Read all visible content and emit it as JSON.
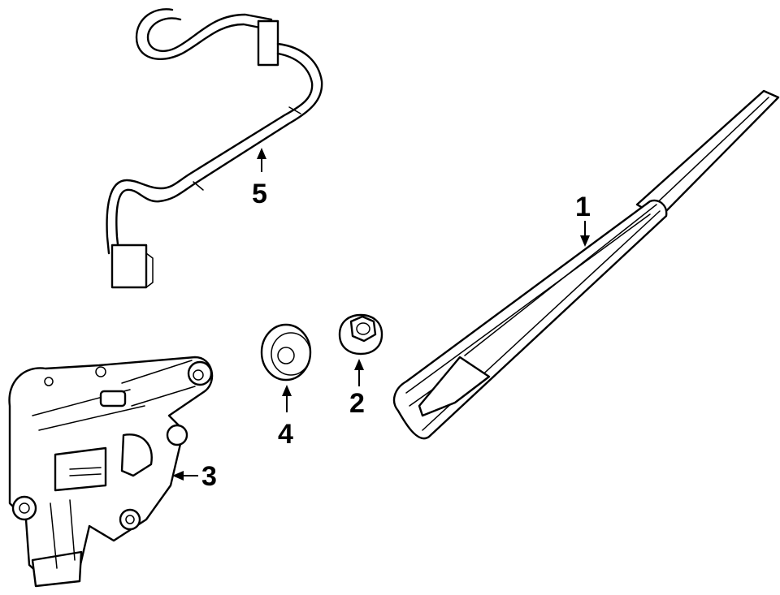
{
  "callouts": {
    "arm": "1",
    "nut": "2",
    "motor": "3",
    "cap": "4",
    "harness": "5"
  }
}
